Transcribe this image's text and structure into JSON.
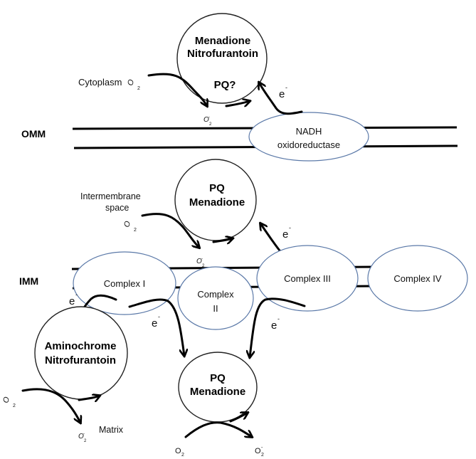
{
  "compartments": {
    "cytoplasm": "Cytoplasm",
    "intermembrane_line1": "Intermembrane",
    "intermembrane_line2": "space",
    "matrix": "Matrix"
  },
  "membranes": {
    "omm": "OMM",
    "imm": "IMM"
  },
  "proteins": {
    "nadh_line1": "NADH",
    "nadh_line2": "oxidoreductase",
    "complex1": "Complex I",
    "complex2_line1": "Complex",
    "complex2_line2": "II",
    "complex3": "Complex III",
    "complex4": "Complex IV"
  },
  "redox_cyclers": {
    "cytoplasm": {
      "line1": "Menadione",
      "line2": "Nitrofurantoin",
      "line3": "PQ?"
    },
    "intermembrane": {
      "line1": "PQ",
      "line2": "Menadione"
    },
    "matrix_left": {
      "line1": "Aminochrome",
      "line2": "Nitrofurantoin"
    },
    "matrix_center": {
      "line1": "PQ",
      "line2": "Menadione"
    }
  },
  "species": {
    "o2": "O",
    "o2_sub": "2",
    "superoxide": "O",
    "superoxide_sup": "-",
    "superoxide_sub": "2",
    "electron": "e",
    "electron_sup": "-"
  },
  "colors": {
    "protein_outline": "#5b79a8",
    "membrane": "#000000",
    "arrow": "#000000"
  }
}
